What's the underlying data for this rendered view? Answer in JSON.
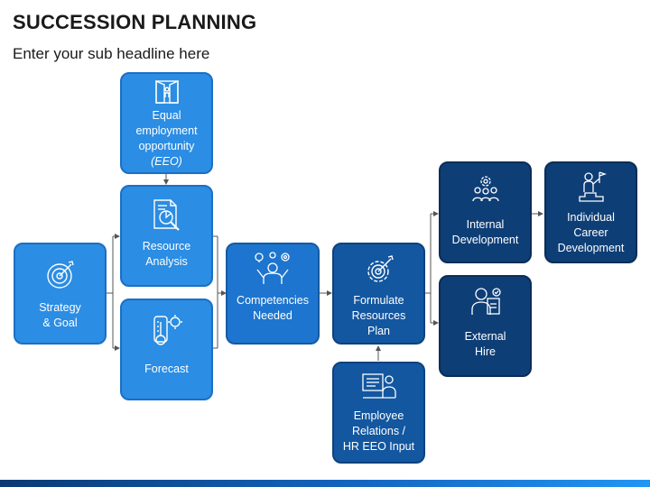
{
  "header": {
    "title": "SUCCESSION PLANNING",
    "subtitle": "Enter your sub headline here"
  },
  "nodes": {
    "eeo": {
      "label": "Equal\nemployment\nopportunity",
      "sub": "(EEO)",
      "icon": "door-icon"
    },
    "resource_analysis": {
      "label": "Resource\nAnalysis",
      "icon": "document-search-icon"
    },
    "strategy_goal": {
      "label": "Strategy\n& Goal",
      "icon": "target-icon"
    },
    "forecast": {
      "label": "Forecast",
      "icon": "thermometer-icon"
    },
    "competencies": {
      "label": "Competencies\nNeeded",
      "icon": "person-ideas-icon"
    },
    "formulate": {
      "label": "Formulate\nResources\nPlan",
      "icon": "gear-target-icon"
    },
    "employee_relations": {
      "label": "Employee\nRelations /\nHR EEO Input",
      "icon": "presenter-icon"
    },
    "internal_dev": {
      "label": "Internal\nDevelopment",
      "icon": "team-gear-icon"
    },
    "external_hire": {
      "label": "External\nHire",
      "icon": "person-resume-icon"
    },
    "individual_career": {
      "label": "Individual\nCareer\nDevelopment",
      "icon": "person-flag-icon"
    }
  },
  "colors": {
    "level1": "#2b8de3",
    "level2": "#1d75cf",
    "level3": "#1357a0",
    "level4": "#0e3e76",
    "connector": "#555555"
  }
}
